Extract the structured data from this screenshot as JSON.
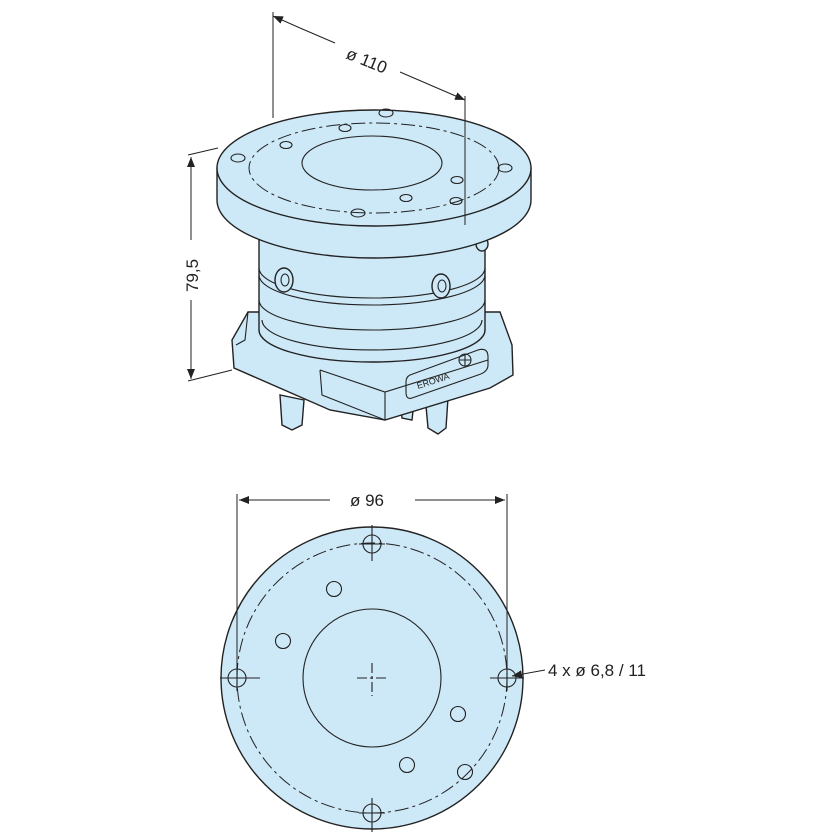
{
  "dimensions": {
    "top_diameter": "ø 110",
    "height": "79,5",
    "bottom_diameter": "ø 96",
    "holes_callout": "4 x ø 6,8 / 11"
  },
  "logo": "EROWA",
  "colors": {
    "part_fill": "#cde8f7",
    "line": "#222222"
  }
}
